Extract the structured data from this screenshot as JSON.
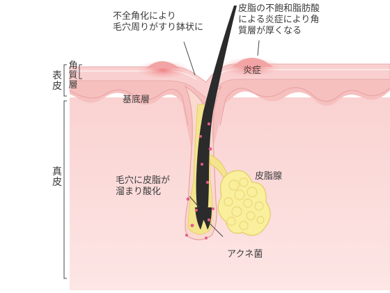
{
  "annotations": {
    "funnel_shape": "不全角化により\n毛穴周りがすり鉢状に",
    "thickened_horn": "皮脂の不飽和脂肪酸\nによる炎症により角\n質層が厚くなる",
    "inflammation": "炎症",
    "basal_layer": "基底層",
    "sebaceous_gland": "皮脂腺",
    "oxidized_sebum": "毛穴に皮脂が\n溜まり酸化",
    "acne_bacteria": "アクネ菌"
  },
  "layers": {
    "stratum_corneum": "角\n質\n層",
    "epidermis": "表\n皮",
    "dermis": "真\n皮"
  },
  "colors": {
    "dermis": "#fbd9d8",
    "epidermis": "#f7c3c2",
    "stratum_corneum": "#f9d0cf",
    "inflammation": "#f08e8e",
    "hair": "#2b2b2b",
    "sebum": "#f4e28a",
    "gland_cells": "#f9ef9c",
    "bacteria": "#e45a8a",
    "leader_line": "#444444"
  }
}
